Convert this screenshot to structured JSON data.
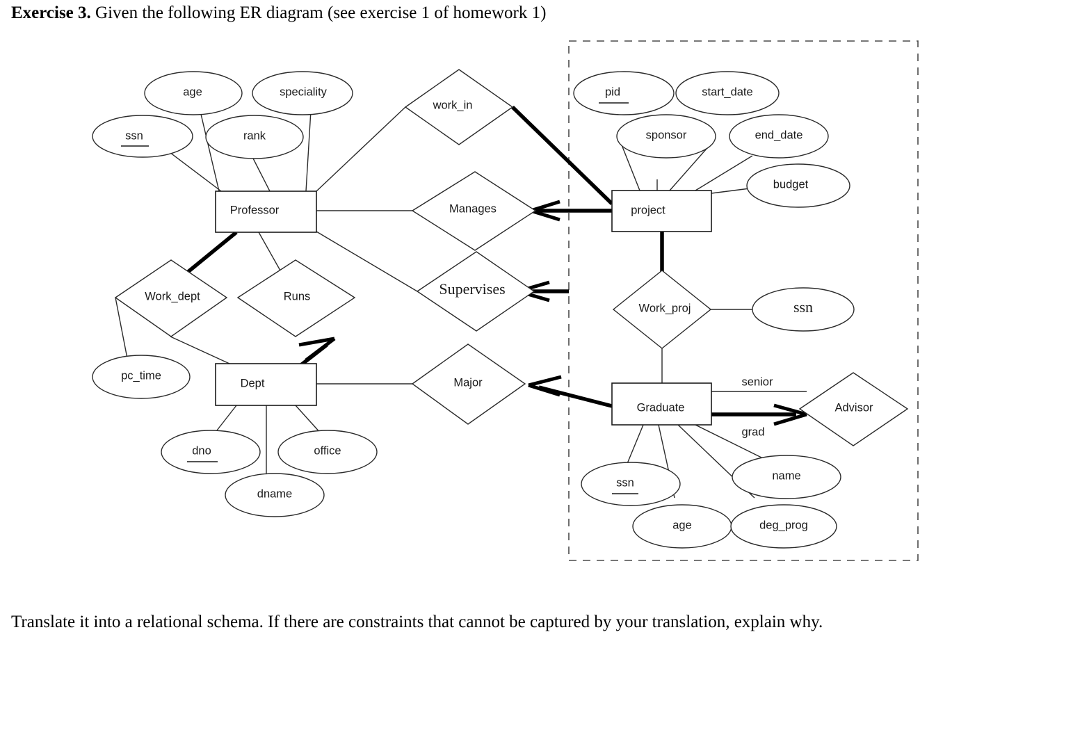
{
  "heading": {
    "lead": "Exercise 3.",
    "rest": " Given the following ER diagram (see exercise 1 of homework 1)"
  },
  "closing": {
    "text": "Translate it into a relational schema. If there are constraints that cannot be captured by your translation, explain why."
  },
  "diagram": {
    "title": "ER diagram",
    "entities": {
      "professor": {
        "label": "Professor"
      },
      "dept": {
        "label": "Dept"
      },
      "project": {
        "label": "project"
      },
      "graduate": {
        "label": "Graduate"
      }
    },
    "relationships": {
      "work_in": {
        "label": "work_in"
      },
      "manages": {
        "label": "Manages"
      },
      "supervises": {
        "label": "Supervises"
      },
      "work_dept": {
        "label": "Work_dept"
      },
      "runs": {
        "label": "Runs"
      },
      "major": {
        "label": "Major"
      },
      "work_proj": {
        "label": "Work_proj"
      },
      "advisor": {
        "label": "Advisor"
      }
    },
    "attributes": {
      "prof_ssn": {
        "label": "ssn",
        "key": true
      },
      "prof_age": {
        "label": "age",
        "key": false
      },
      "prof_rank": {
        "label": "rank",
        "key": false
      },
      "prof_speciality": {
        "label": "speciality",
        "key": false
      },
      "work_dept_pctime": {
        "label": "pc_time",
        "key": false
      },
      "dept_dno": {
        "label": "dno",
        "key": true
      },
      "dept_dname": {
        "label": "dname",
        "key": false
      },
      "dept_office": {
        "label": "office",
        "key": false
      },
      "proj_pid": {
        "label": "pid",
        "key": true
      },
      "proj_sponsor": {
        "label": "sponsor",
        "key": false
      },
      "proj_start_date": {
        "label": "start_date",
        "key": false
      },
      "proj_end_date": {
        "label": "end_date",
        "key": false
      },
      "proj_budget": {
        "label": "budget",
        "key": false
      },
      "work_proj_ssn": {
        "label": "ssn",
        "key": false
      },
      "grad_ssn": {
        "label": "ssn",
        "key": true
      },
      "grad_age": {
        "label": "age",
        "key": false
      },
      "grad_name": {
        "label": "name",
        "key": false
      },
      "grad_deg_prog": {
        "label": "deg_prog",
        "key": false
      }
    },
    "edge_labels": {
      "senior": "senior",
      "grad": "grad"
    }
  }
}
